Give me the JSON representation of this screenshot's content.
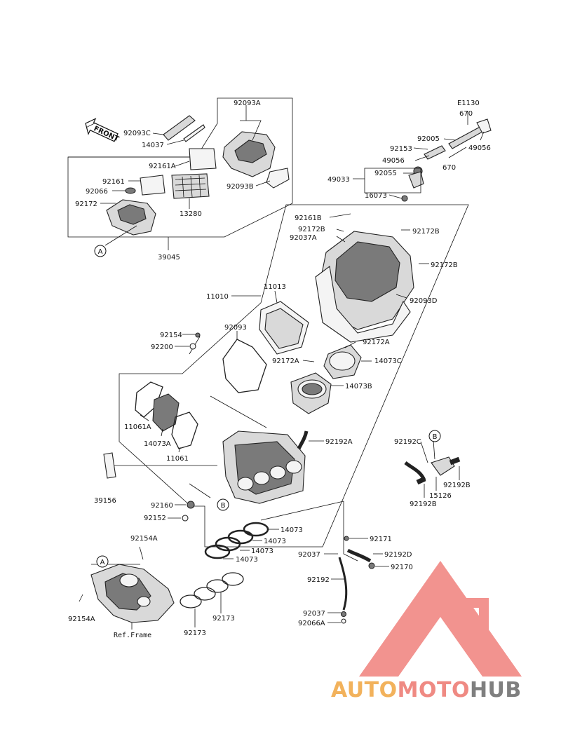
{
  "front_arrow": "FRONT",
  "callouts": {
    "a_top": "A",
    "a_bottom": "A",
    "b_right": "B",
    "b_center": "B"
  },
  "parts": {
    "p92093A": "92093A",
    "p92093C": "92093C",
    "p14037": "14037",
    "p92161A": "92161A",
    "p92161": "92161",
    "p92066": "92066",
    "p92172": "92172",
    "p13280": "13280",
    "p92093B": "92093B",
    "p39045": "39045",
    "pE1130": "E1130",
    "p670a": "670",
    "p92005": "92005",
    "p92153": "92153",
    "p49056a": "49056",
    "p49056b": "49056",
    "p670b": "670",
    "p92055": "92055",
    "p49033": "49033",
    "p16073": "16073",
    "p92161B": "92161B",
    "p92172B_a": "92172B",
    "p92037A": "92037A",
    "p92172B_b": "92172B",
    "p92172B_c": "92172B",
    "p92093D": "92093D",
    "p11010": "11010",
    "p11013": "11013",
    "p92154": "92154",
    "p92200": "92200",
    "p92093": "92093",
    "p92172A_a": "92172A",
    "p92172A_b": "92172A",
    "p14073C": "14073C",
    "p14073B": "14073B",
    "p11061A": "11061A",
    "p14073A": "14073A",
    "p11061": "11061",
    "p92192A": "92192A",
    "p92192C": "92192C",
    "p92192B_a": "92192B",
    "p15126": "15126",
    "p92192B_b": "92192B",
    "p39156": "39156",
    "p92160": "92160",
    "p92152": "92152",
    "p14073_1": "14073",
    "p14073_2": "14073",
    "p14073_3": "14073",
    "p14073_4": "14073",
    "p92171": "92171",
    "p92037": "92037",
    "p92192D": "92192D",
    "p92170": "92170",
    "p92192": "92192",
    "p92037b": "92037",
    "p92066A": "92066A",
    "p92154A_a": "92154A",
    "p92154A_b": "92154A",
    "p92173_a": "92173",
    "p92173_b": "92173",
    "ref_frame": "Ref.Frame"
  },
  "watermark": {
    "brand_a": "AUTO",
    "brand_b": "MOTO",
    "brand_c": "HUB",
    "color_a": "#f2b25c",
    "color_b": "#ef8a83",
    "color_c": "#7f7f7f",
    "logo_color": "#ee6f6a"
  }
}
